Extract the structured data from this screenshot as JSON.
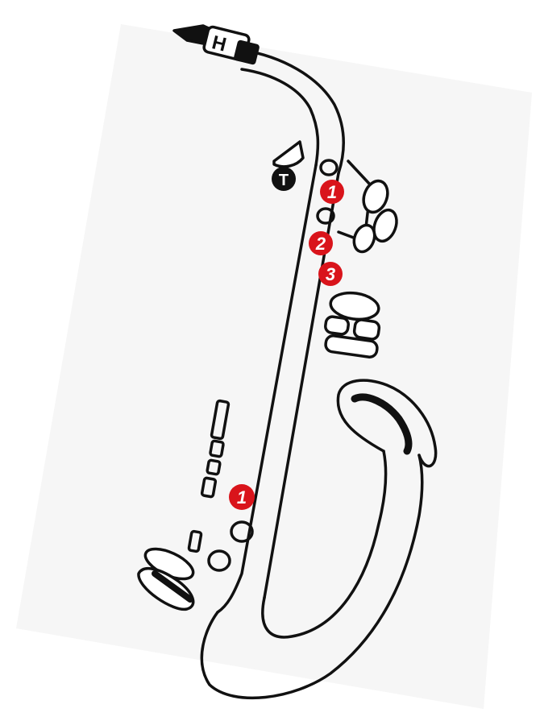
{
  "colors": {
    "marker": "#d9141b",
    "marker_text": "#ffffff",
    "outline": "#111111",
    "background_panel": "#f6f6f6"
  },
  "labels": {
    "mouthpiece_brand": "H",
    "thumb_rest": "T"
  },
  "markers": [
    {
      "id": "upper-1",
      "text": "1"
    },
    {
      "id": "upper-2",
      "text": "2"
    },
    {
      "id": "upper-3",
      "text": "3"
    },
    {
      "id": "lower-1",
      "text": "1"
    }
  ],
  "icons": {
    "instrument": "saxophone-icon"
  }
}
